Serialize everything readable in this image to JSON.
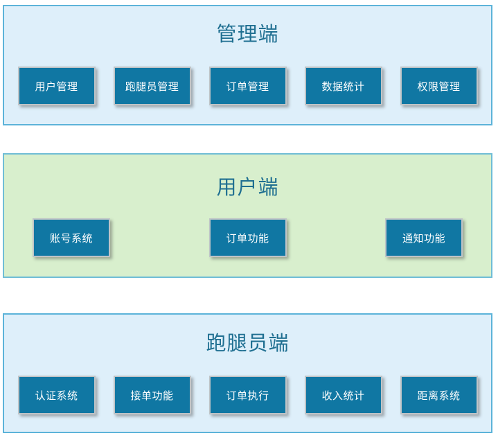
{
  "diagram": {
    "type": "system-architecture",
    "background": "#ffffff",
    "node_fill": "#1077A3",
    "node_text_color": "#ffffff",
    "title_color": "#1F6F91",
    "panels": [
      {
        "id": "admin",
        "title": "管理端",
        "background": "#DEEFFA",
        "border": "#5CB3D9",
        "nodes": [
          {
            "label": "用户管理"
          },
          {
            "label": "跑腿员管理"
          },
          {
            "label": "订单管理"
          },
          {
            "label": "数据统计"
          },
          {
            "label": "权限管理"
          }
        ]
      },
      {
        "id": "user",
        "title": "用户端",
        "background": "#D8EFCD",
        "border": "#6FBDD6",
        "nodes": [
          {
            "label": "账号系统"
          },
          {
            "label": "订单功能"
          },
          {
            "label": "通知功能"
          }
        ]
      },
      {
        "id": "runner",
        "title": "跑腿员端",
        "background": "#DEEFFA",
        "border": "#5CB3D9",
        "nodes": [
          {
            "label": "认证系统"
          },
          {
            "label": "接单功能"
          },
          {
            "label": "订单执行"
          },
          {
            "label": "收入统计"
          },
          {
            "label": "距离系统"
          }
        ]
      }
    ]
  }
}
